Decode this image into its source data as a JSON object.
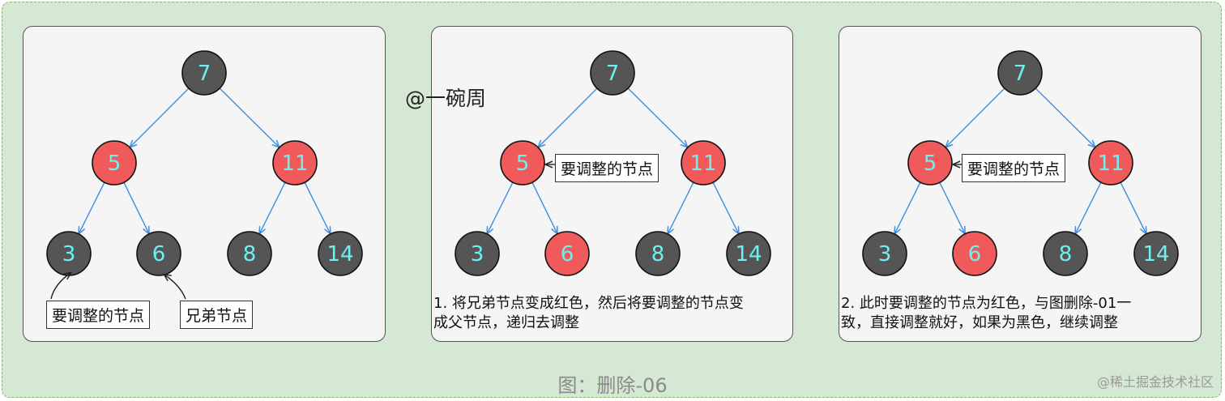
{
  "colors": {
    "black_node": "#555555",
    "red_node": "#f05a5a",
    "label": "#6ff0f0",
    "edge": "#3d8fe0"
  },
  "watermark_author": "@一碗周",
  "caption": "图：删除-06",
  "site_mark": "@稀土掘金技术社区",
  "panels": [
    {
      "nodes": [
        {
          "key": "root",
          "label": "7",
          "color": "black"
        },
        {
          "key": "l",
          "label": "5",
          "color": "red"
        },
        {
          "key": "r",
          "label": "11",
          "color": "red"
        },
        {
          "key": "ll",
          "label": "3",
          "color": "black"
        },
        {
          "key": "lr",
          "label": "6",
          "color": "black"
        },
        {
          "key": "rl",
          "label": "8",
          "color": "black"
        },
        {
          "key": "rr",
          "label": "14",
          "color": "black"
        }
      ],
      "annotations": [
        "要调整的节点",
        "兄弟节点"
      ],
      "description": ""
    },
    {
      "nodes": [
        {
          "key": "root",
          "label": "7",
          "color": "black"
        },
        {
          "key": "l",
          "label": "5",
          "color": "red"
        },
        {
          "key": "r",
          "label": "11",
          "color": "red"
        },
        {
          "key": "ll",
          "label": "3",
          "color": "black"
        },
        {
          "key": "lr",
          "label": "6",
          "color": "red"
        },
        {
          "key": "rl",
          "label": "8",
          "color": "black"
        },
        {
          "key": "rr",
          "label": "14",
          "color": "black"
        }
      ],
      "annotations": [
        "要调整的节点"
      ],
      "description_lines": [
        "1. 将兄弟节点变成红色，然后将要调整的节点变",
        "成父节点，递归去调整"
      ]
    },
    {
      "nodes": [
        {
          "key": "root",
          "label": "7",
          "color": "black"
        },
        {
          "key": "l",
          "label": "5",
          "color": "red"
        },
        {
          "key": "r",
          "label": "11",
          "color": "red"
        },
        {
          "key": "ll",
          "label": "3",
          "color": "black"
        },
        {
          "key": "lr",
          "label": "6",
          "color": "red"
        },
        {
          "key": "rl",
          "label": "8",
          "color": "black"
        },
        {
          "key": "rr",
          "label": "14",
          "color": "black"
        }
      ],
      "annotations": [
        "要调整的节点"
      ],
      "description_lines": [
        "2. 此时要调整的节点为红色，与图删除-01一",
        "致，直接调整就好，如果为黑色，继续调整"
      ]
    }
  ]
}
